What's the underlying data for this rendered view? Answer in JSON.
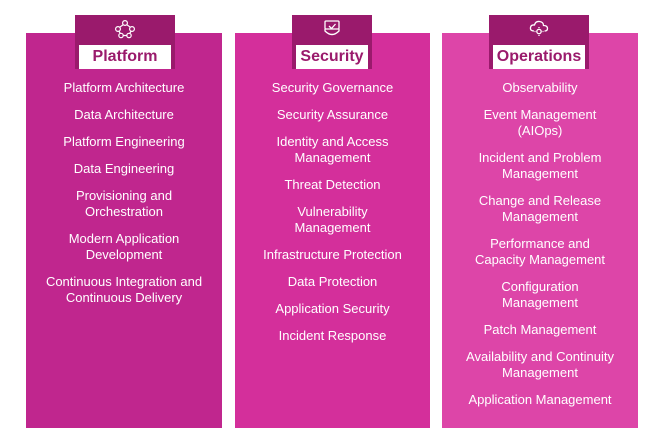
{
  "columns": [
    {
      "title": "Platform",
      "icon": "network-nodes-icon",
      "items": [
        "Platform Architecture",
        "Data Architecture",
        "Platform Engineering",
        "Data Engineering",
        "Provisioning and Orchestration",
        "Modern Application Development",
        "Continuous Integration and Continuous Delivery"
      ]
    },
    {
      "title": "Security",
      "icon": "shield-check-icon",
      "items": [
        "Security Governance",
        "Security Assurance",
        "Identity and Access Management",
        "Threat Detection",
        "Vulnerability Management",
        "Infrastructure Protection",
        "Data Protection",
        "Application Security",
        "Incident Response"
      ]
    },
    {
      "title": "Operations",
      "icon": "cloud-gear-icon",
      "items": [
        "Observability",
        "Event Management (AIOps)",
        "Incident and Problem Management",
        "Change and Release Management",
        "Performance and Capacity Management",
        "Configuration Management",
        "Patch Management",
        "Availability and Continuity Management",
        "Application Management"
      ]
    }
  ],
  "colors": {
    "platform": "#c0268e",
    "security": "#d42f9b",
    "operations": "#dd45a8",
    "tab": "#9a1a6c"
  }
}
